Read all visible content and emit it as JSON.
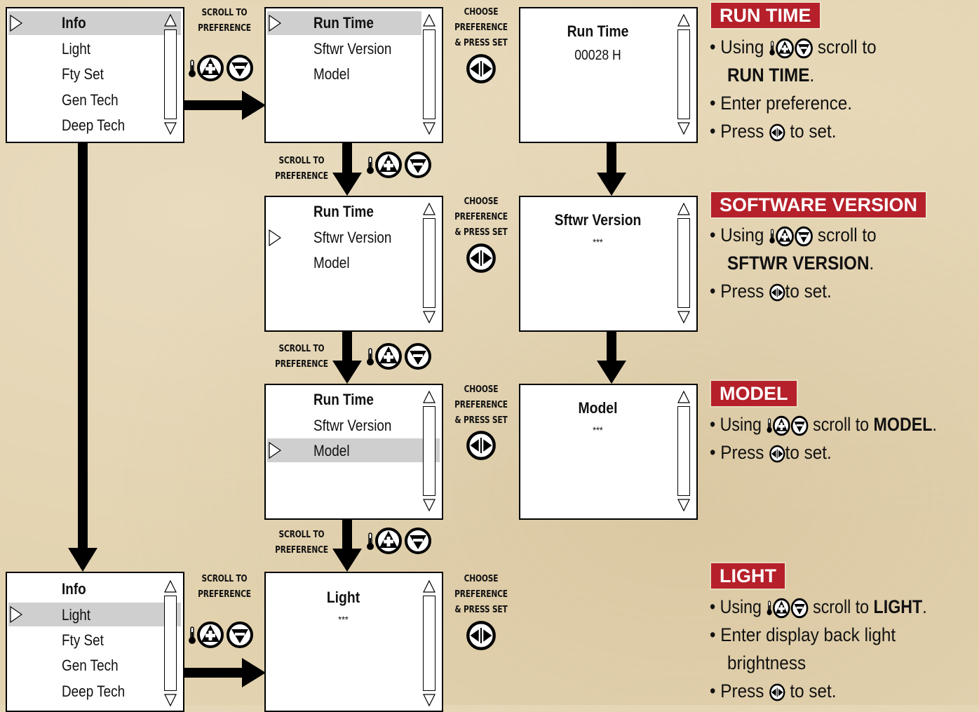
{
  "colors": {
    "accent": "#b5202a",
    "highlight": "#cfcfcf"
  },
  "menu_top": {
    "items": [
      "Info",
      "Light",
      "Fty Set",
      "Gen Tech",
      "Deep Tech"
    ],
    "selected_index": 0
  },
  "menu_bottom": {
    "items": [
      "Info",
      "Light",
      "Fty Set",
      "Gen Tech",
      "Deep Tech"
    ],
    "selected_index": 1
  },
  "info_menu": {
    "items": [
      "Run Time",
      "Sftwr Version",
      "Model"
    ]
  },
  "detail_run_time": {
    "title": "Run Time",
    "value": "00028 H"
  },
  "detail_sftwr": {
    "title": "Sftwr Version",
    "value": "***"
  },
  "detail_model": {
    "title": "Model",
    "value": "***"
  },
  "detail_light": {
    "title": "Light",
    "value": "***"
  },
  "captions": {
    "scroll_1": "SCROLL TO",
    "scroll_2": "PREFERENCE",
    "choose_1": "CHOOSE",
    "choose_2": "PREFERENCE",
    "choose_3": "& PRESS SET"
  },
  "icons": [
    "thermometer-icon",
    "up-arrow-button-icon",
    "down-arrow-button-icon",
    "set-button-icon"
  ],
  "sections": {
    "run_time": {
      "badge": "RUN TIME",
      "l1_pre": "Using",
      "l1_post": "scroll to",
      "l2_bold": "RUN TIME",
      "l2_tail": ".",
      "l3": "Enter preference.",
      "l4_pre": "Press",
      "l4_post": "to set."
    },
    "software": {
      "badge": "SOFTWARE VERSION",
      "l1_pre": "Using",
      "l1_post": "scroll to",
      "l2_bold": "SFTWR VERSION",
      "l2_tail": ".",
      "l3_pre": "Press",
      "l3_post": "to set."
    },
    "model": {
      "badge": "MODEL",
      "l1_pre": "Using",
      "l1_post": "scroll to",
      "l1_bold": "MODEL",
      "l1_tail": ".",
      "l2_pre": "Press",
      "l2_post": "to set."
    },
    "light": {
      "badge": "LIGHT",
      "l1_pre": "Using",
      "l1_post": "scroll to",
      "l1_bold": "LIGHT",
      "l1_tail": ".",
      "l2": "Enter display back light",
      "l3": "brightness",
      "l4_pre": "Press",
      "l4_post": "to set."
    }
  }
}
